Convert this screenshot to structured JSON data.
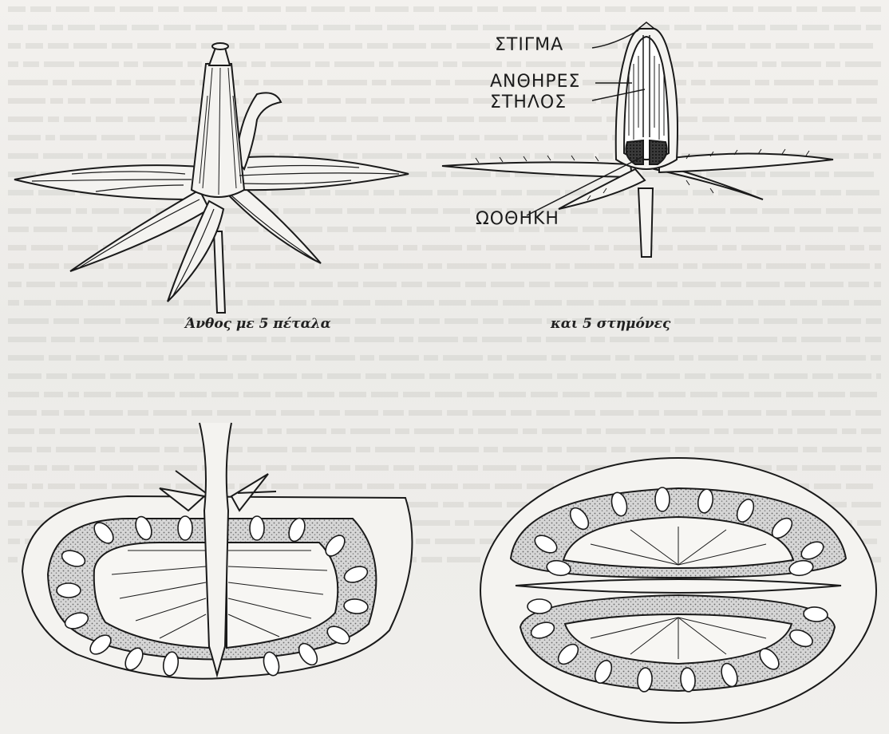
{
  "labels": {
    "stigma": "ΣΤΙΓΜΑ",
    "anthers": "ΑΝΘΗΡΕΣ",
    "style": "ΣΤΗΛΟΣ",
    "ovary": "ΩΟΘΗΚΗ"
  },
  "captions": {
    "flower_left": "Άνθος με 5 πέταλα",
    "flower_right": "και 5 στημόνες"
  },
  "colors": {
    "ink": "#1b1b1b",
    "paper": "#efeeeb",
    "stipple": "#bdbdbd"
  }
}
